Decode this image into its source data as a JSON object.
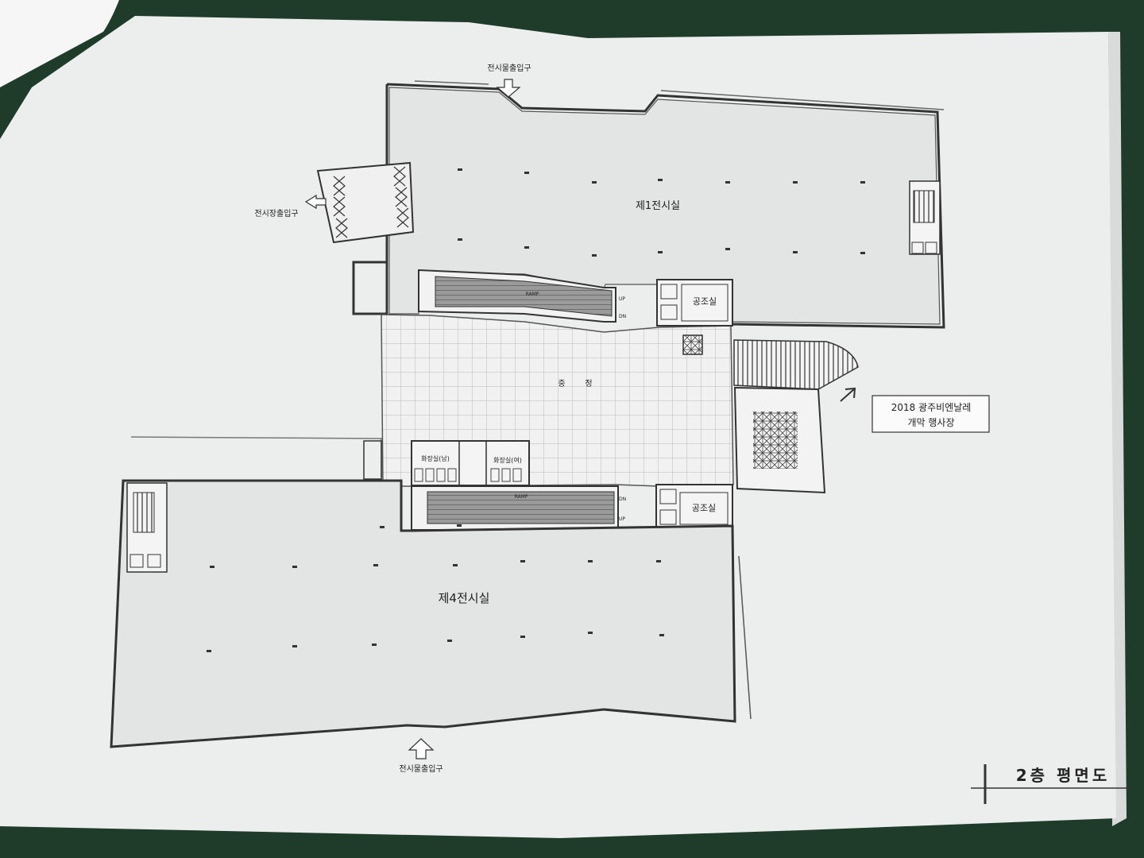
{
  "drawing": {
    "title": "2층 평면도",
    "event_callout": {
      "line1": "2018 광주비엔날레",
      "line2": "개막 행사장"
    },
    "rooms": {
      "gallery1": "제1전시실",
      "gallery4": "제4전시실",
      "courtyard_a": "중",
      "courtyard_b": "정",
      "ac_room_top": "공조실",
      "ac_room_bottom": "공조실",
      "restroom_men": "화장실(남)",
      "restroom_women": "화장실(여)"
    },
    "entrances": {
      "top": "전시물출입구",
      "bottom": "전시물출입구",
      "side": "전시장출입구"
    },
    "ramp_labels": {
      "top": "RAMP",
      "bottom": "RAMP",
      "up": "UP",
      "down": "DN"
    }
  },
  "colors": {
    "paper": "#eceded",
    "ink": "#3a3a3a",
    "ramp": "#8e8e8e",
    "table": "#1f3b2a"
  }
}
